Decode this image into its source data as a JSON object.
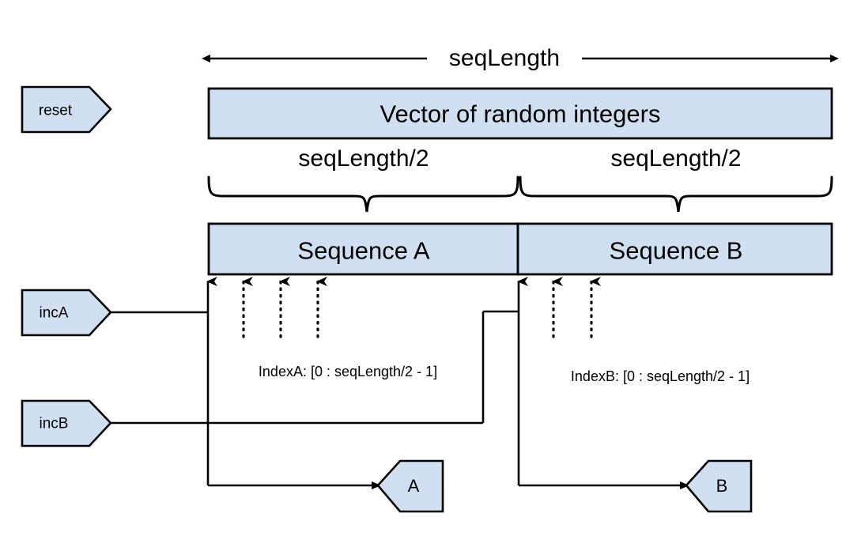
{
  "diagram": {
    "title_note": "Sequence A / Sequence B vector splitting block diagram",
    "colors": {
      "shape_fill": "#d0e0f2",
      "stroke": "#000000",
      "background": "#ffffff"
    },
    "top_measure": {
      "label": "seqLength",
      "arrow_style": "double-headed"
    },
    "vector_box": {
      "label": "Vector of random integers"
    },
    "half_measures": [
      {
        "label": "seqLength/2",
        "side": "left"
      },
      {
        "label": "seqLength/2",
        "side": "right"
      }
    ],
    "sequence_boxes": [
      {
        "label": "Sequence A"
      },
      {
        "label": "Sequence B"
      }
    ],
    "index_notes": [
      {
        "label": "IndexA: [0 : seqLength/2 - 1]"
      },
      {
        "label": "IndexB: [0 : seqLength/2 - 1]"
      }
    ],
    "input_ports": [
      {
        "label": "reset"
      },
      {
        "label": "incA"
      },
      {
        "label": "incB"
      }
    ],
    "output_ports": [
      {
        "label": "A"
      },
      {
        "label": "B"
      }
    ]
  }
}
